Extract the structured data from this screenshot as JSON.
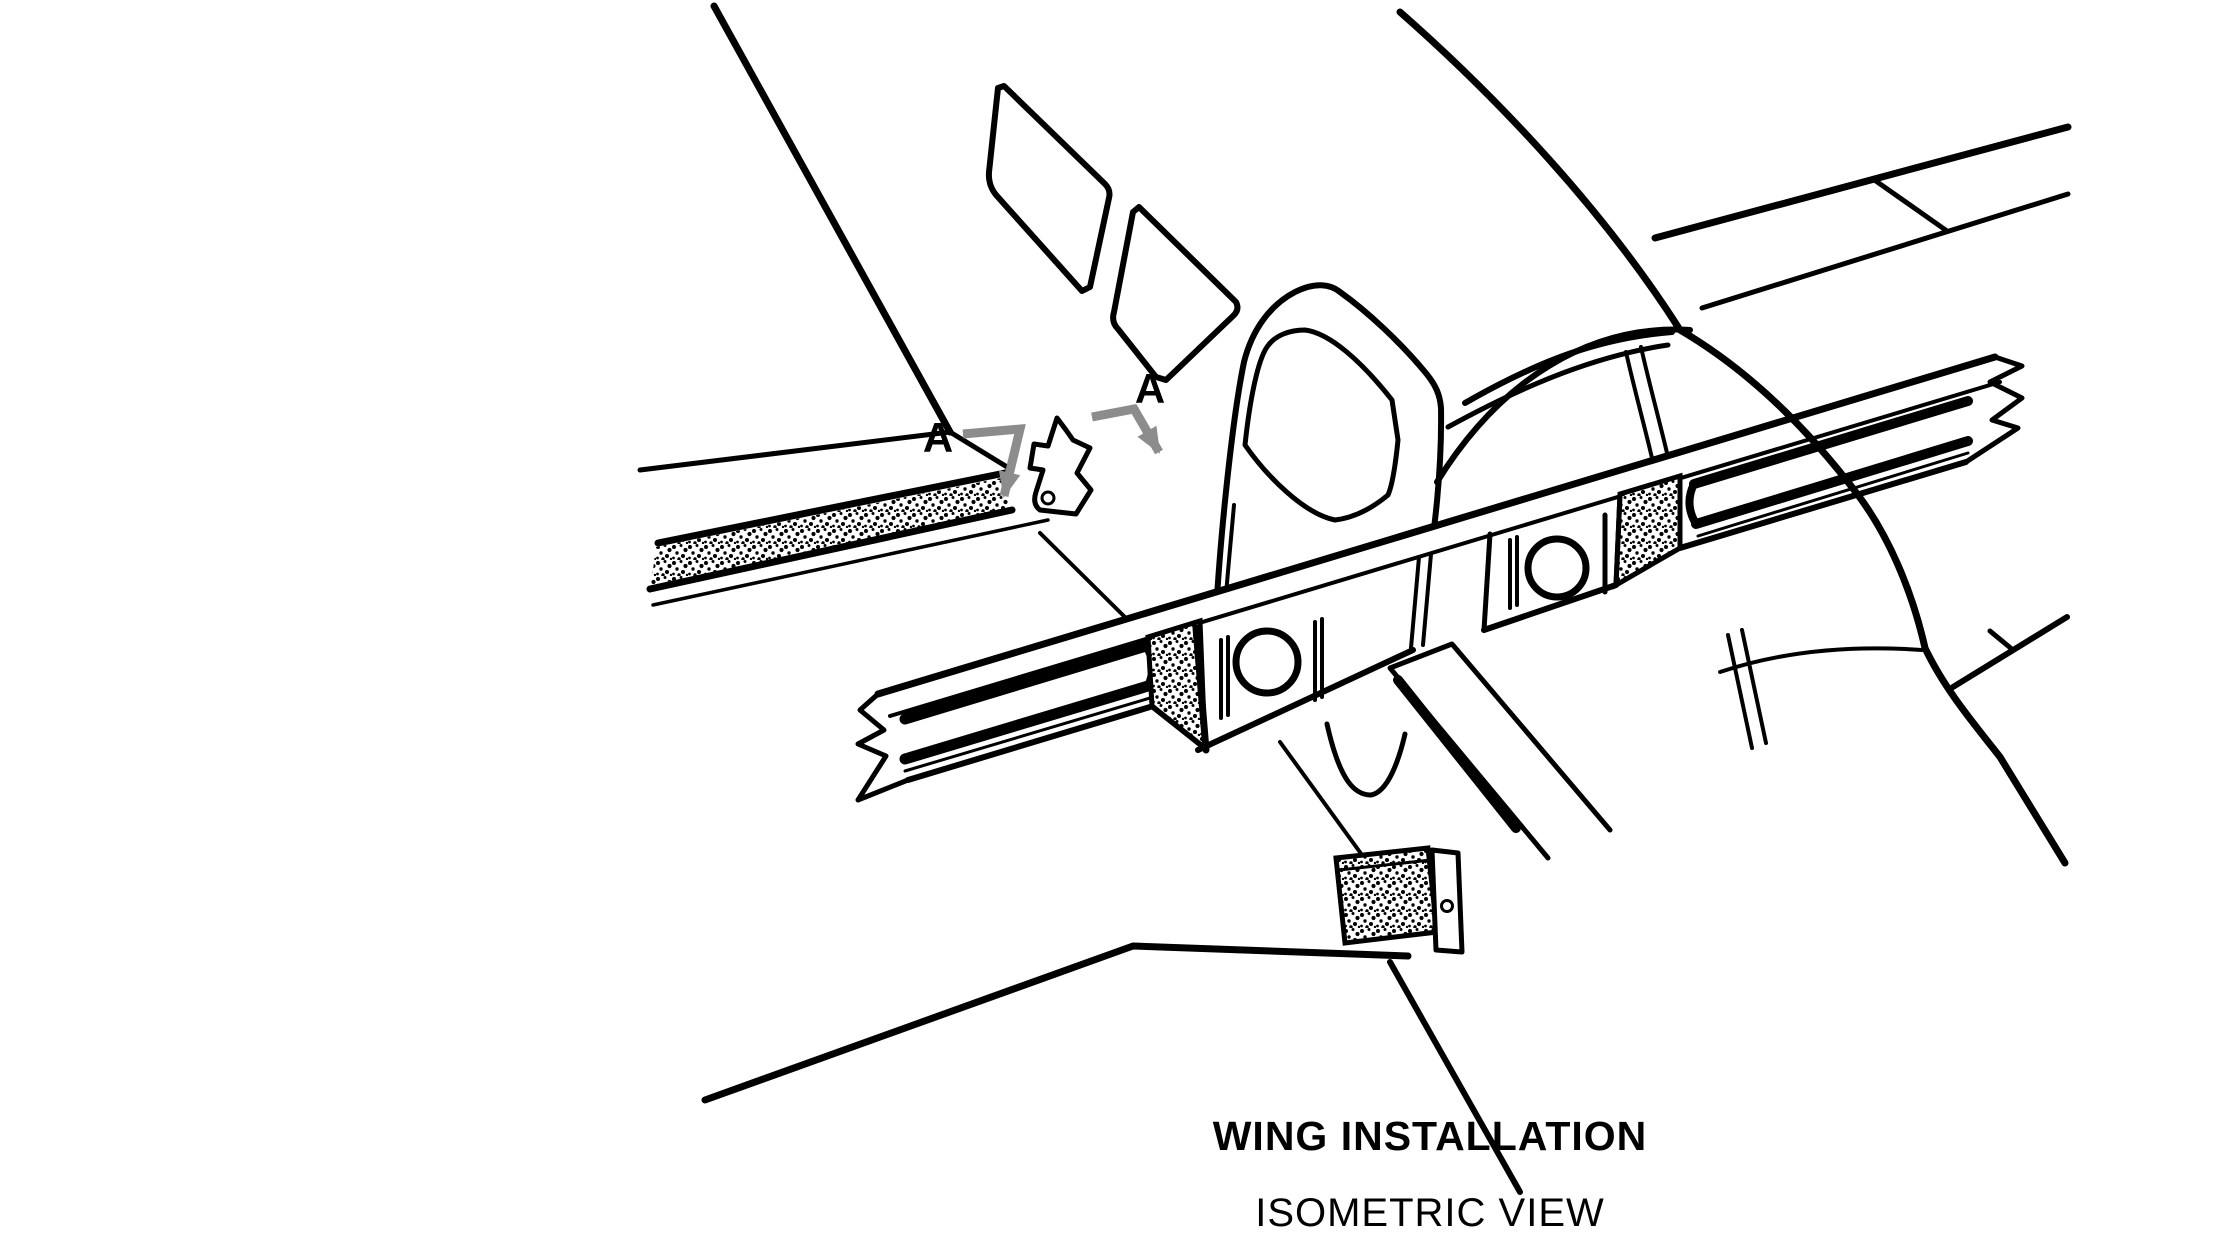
{
  "diagram": {
    "title": "WING INSTALLATION",
    "subtitle": "ISOMETRIC VIEW",
    "section_markers": [
      {
        "label": "A",
        "position": "left"
      },
      {
        "label": "A",
        "position": "right"
      }
    ],
    "colors": {
      "line": "#000000",
      "background": "#ffffff",
      "section_arrow": "#8c8c8c"
    }
  }
}
